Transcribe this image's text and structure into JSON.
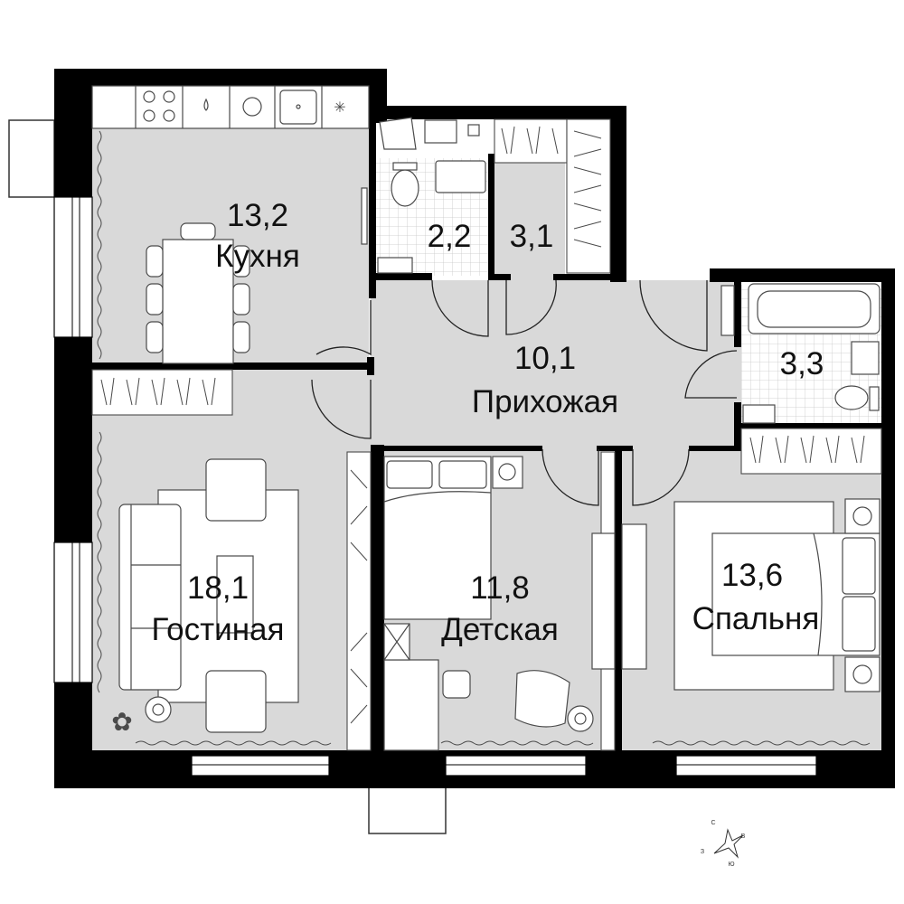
{
  "plan": {
    "colors": {
      "wall": "#000000",
      "floor": "#d9d9d9",
      "background": "#ffffff",
      "fixture_stroke": "#4a4a4a",
      "text": "#111111"
    },
    "rooms": [
      {
        "id": "kitchen",
        "area": "13,2",
        "name": "Кухня"
      },
      {
        "id": "wc",
        "area": "2,2",
        "name": ""
      },
      {
        "id": "closet",
        "area": "3,1",
        "name": ""
      },
      {
        "id": "hall",
        "area": "10,1",
        "name": "Прихожая"
      },
      {
        "id": "bath",
        "area": "3,3",
        "name": ""
      },
      {
        "id": "living",
        "area": "18,1",
        "name": "Гостиная"
      },
      {
        "id": "kids",
        "area": "11,8",
        "name": "Детская"
      },
      {
        "id": "bedroom",
        "area": "13,6",
        "name": "Спальня"
      }
    ],
    "compass": {
      "north": "С",
      "east": "В",
      "south": "Ю",
      "west": "З"
    }
  }
}
